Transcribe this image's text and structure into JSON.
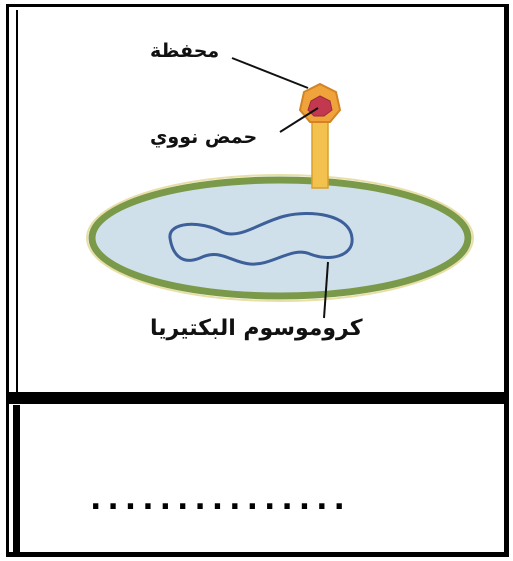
{
  "labels": {
    "capsid": "محفظة",
    "nucleic_acid": "حمض نووي",
    "bacterial_chromosome": "كروموسوم البكتيريا"
  },
  "answer_box": {
    "placeholder": "..............."
  },
  "colors": {
    "cell_membrane": "#7a9a4a",
    "cell_fill": "#cfe0ea",
    "chromosome": "#3d5f9a",
    "phage_tail": "#f2c14e",
    "phage_head": "#f0a23b",
    "nucleic_acid": "#c2384f"
  }
}
